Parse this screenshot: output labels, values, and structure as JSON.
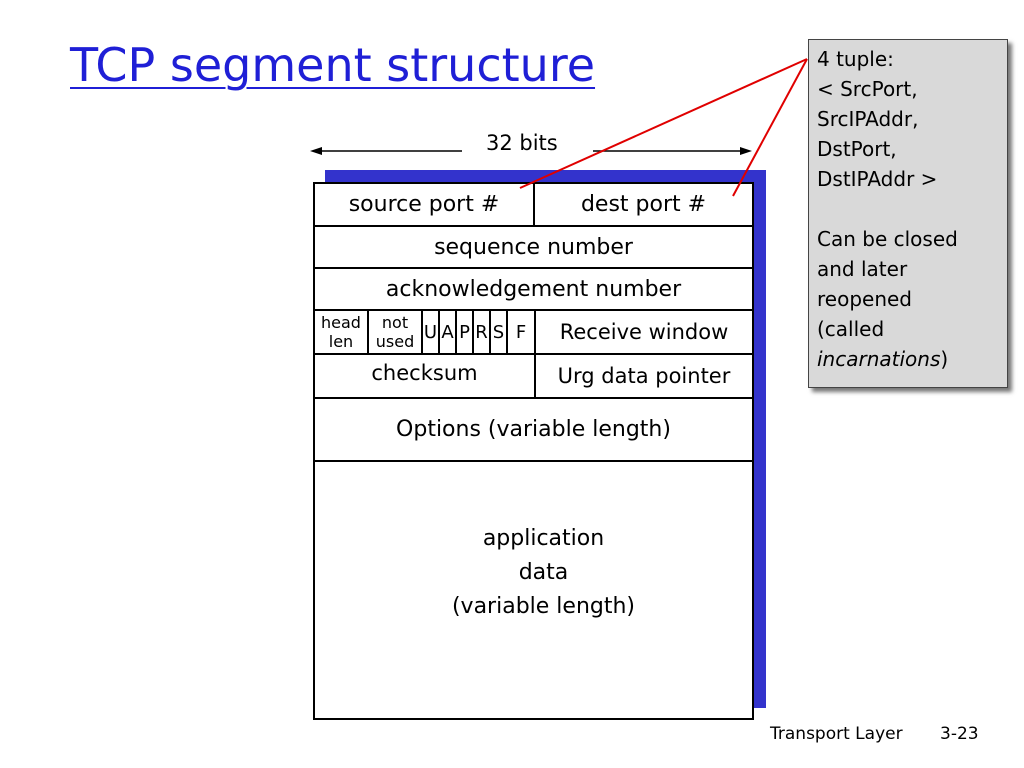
{
  "title": "TCP segment structure",
  "width_label": "32 bits",
  "segment": {
    "row1": {
      "left": "source port #",
      "right": "dest port #"
    },
    "row2": "sequence number",
    "row3": "acknowledgement number",
    "row4": {
      "head_len": "head\nlen",
      "not_used": "not\nused",
      "flags": [
        "U",
        "A",
        "P",
        "R",
        "S",
        "F"
      ],
      "right": "Receive window"
    },
    "row5": {
      "left": "checksum",
      "right": "Urg data pointer"
    },
    "row6": "Options (variable length)",
    "row7": "application\ndata\n(variable length)"
  },
  "note": {
    "tuple_text": "4 tuple:\n< SrcPort,\nSrcIPAddr,\nDstPort,\nDstIPAddr >",
    "closed_text_1": "Can be closed\nand later\nreopened\n(called\n",
    "closed_text_em": "incarnations",
    "closed_text_2": ")"
  },
  "footer": {
    "left": "Transport Layer",
    "right": "3-23"
  },
  "colors": {
    "title": "#1f1fd6",
    "shadow": "#3333cc",
    "callout_lines": "#e00000",
    "note_bg": "#d9d9d9"
  }
}
